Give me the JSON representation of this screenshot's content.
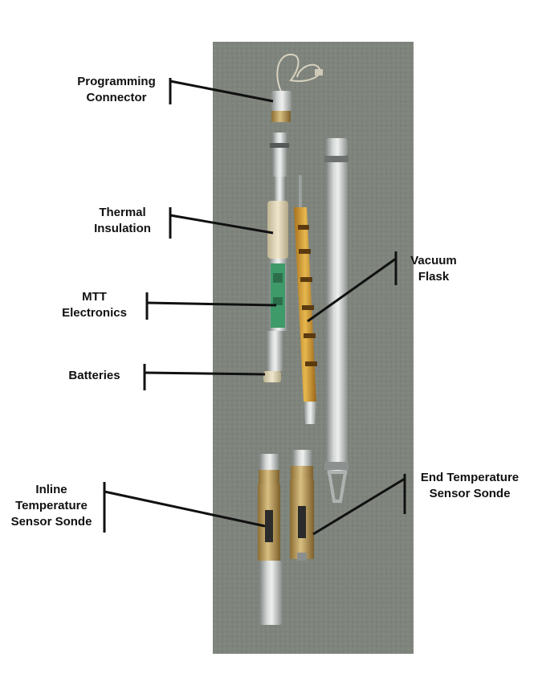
{
  "labels": {
    "programming_connector": [
      "Programming",
      "Connector"
    ],
    "thermal_insulation": [
      "Thermal",
      "Insulation"
    ],
    "mtt_electronics": [
      "MTT",
      "Electronics"
    ],
    "batteries": [
      "Batteries"
    ],
    "inline_sonde": [
      "Inline",
      "Temperature",
      "Sensor Sonde"
    ],
    "vacuum_flask": [
      "Vacuum",
      "Flask"
    ],
    "end_sonde": [
      "End Temperature",
      "Sensor Sonde"
    ]
  },
  "colors": {
    "concrete": "#7f857d",
    "metal": "#b4b8b6",
    "brass": "#b89a5a",
    "kapton": "#d4a13a",
    "cream": "#e8dcc0",
    "pcb": "#3f9a6a",
    "line": "#111111"
  }
}
